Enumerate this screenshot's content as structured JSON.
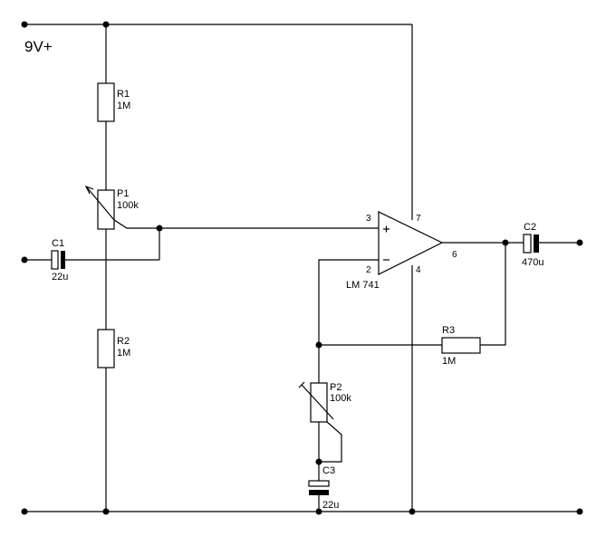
{
  "supply": {
    "label": "9V+"
  },
  "opamp": {
    "label": "LM 741",
    "plus_symbol": "+",
    "minus_symbol": "−",
    "pins": {
      "in_plus": "3",
      "in_minus": "2",
      "vplus": "7",
      "vminus": "4",
      "output": "6"
    }
  },
  "components": {
    "R1": {
      "name": "R1",
      "value": "1M"
    },
    "R2": {
      "name": "R2",
      "value": "1M"
    },
    "R3": {
      "name": "R3",
      "value": "1M"
    },
    "P1": {
      "name": "P1",
      "value": "100k"
    },
    "P2": {
      "name": "P2",
      "value": "100k"
    },
    "C1": {
      "name": "C1",
      "value": "22u"
    },
    "C2": {
      "name": "C2",
      "value": "470u"
    },
    "C3": {
      "name": "C3",
      "value": "22u"
    }
  }
}
